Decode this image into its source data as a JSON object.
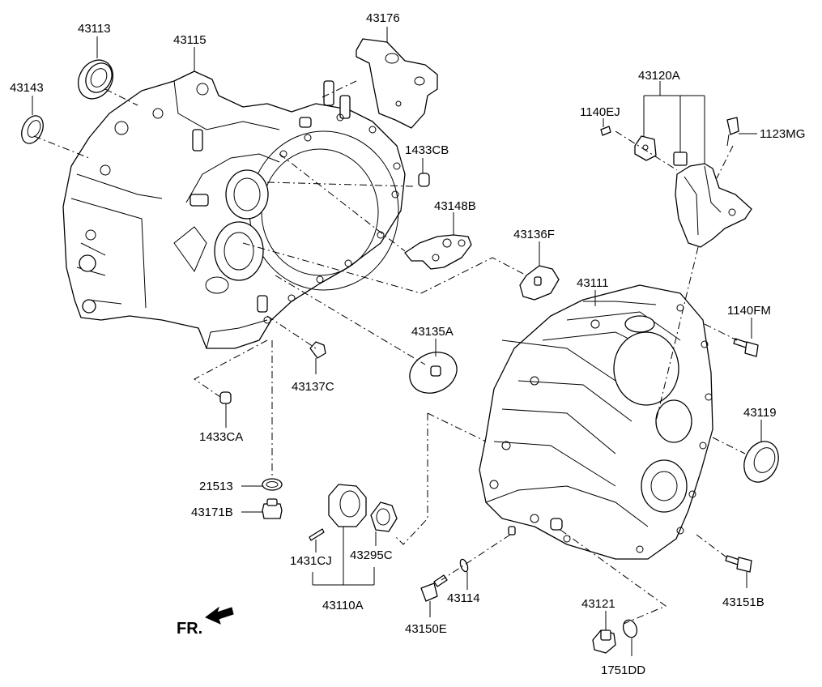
{
  "labels": {
    "p43113": "43113",
    "p43115": "43115",
    "p43176": "43176",
    "p43143": "43143",
    "p43120A": "43120A",
    "p1140EJ": "1140EJ",
    "p1123MG": "1123MG",
    "p1433CB": "1433CB",
    "p43148B": "43148B",
    "p43136F": "43136F",
    "p43111": "43111",
    "p1140FM": "1140FM",
    "p43135A": "43135A",
    "p43137C": "43137C",
    "p1433CA": "1433CA",
    "p43119": "43119",
    "p21513": "21513",
    "p43171B": "43171B",
    "p1431CJ": "1431CJ",
    "p43295C": "43295C",
    "p43110A": "43110A",
    "p43114": "43114",
    "p43150E": "43150E",
    "p43121": "43121",
    "p43151B": "43151B",
    "p1751DD": "1751DD"
  },
  "direction_marker": {
    "text": "FR."
  },
  "icons": {
    "direction_arrow": "front-direction-arrow-icon"
  }
}
